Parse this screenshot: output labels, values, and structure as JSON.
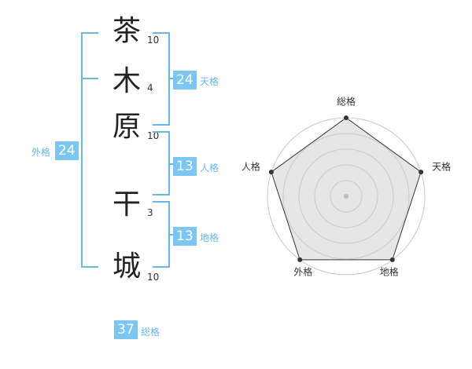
{
  "name": {
    "characters": [
      {
        "char": "茶",
        "strokes": "10"
      },
      {
        "char": "木",
        "strokes": "4"
      },
      {
        "char": "原",
        "strokes": "10"
      },
      {
        "char": "干",
        "strokes": "3"
      },
      {
        "char": "城",
        "strokes": "10"
      }
    ]
  },
  "scores": {
    "tenkaku": {
      "value": "24",
      "label": "天格"
    },
    "jinkaku": {
      "value": "13",
      "label": "人格"
    },
    "chikaku": {
      "value": "13",
      "label": "地格"
    },
    "gaikaku": {
      "value": "24",
      "label": "外格"
    },
    "soukaku": {
      "value": "37",
      "label": "総格"
    }
  },
  "radar": {
    "axes": [
      "総格",
      "天格",
      "地格",
      "外格",
      "人格"
    ],
    "values": [
      5,
      5,
      5,
      5,
      5
    ],
    "max": 5,
    "colors": {
      "fill": "#e6e6e6",
      "line": "#333333",
      "dot": "#333333",
      "grid": "#c8c8c8"
    }
  },
  "colors": {
    "accent": "#7cc6f4",
    "accent_text": "#67b7e8"
  }
}
